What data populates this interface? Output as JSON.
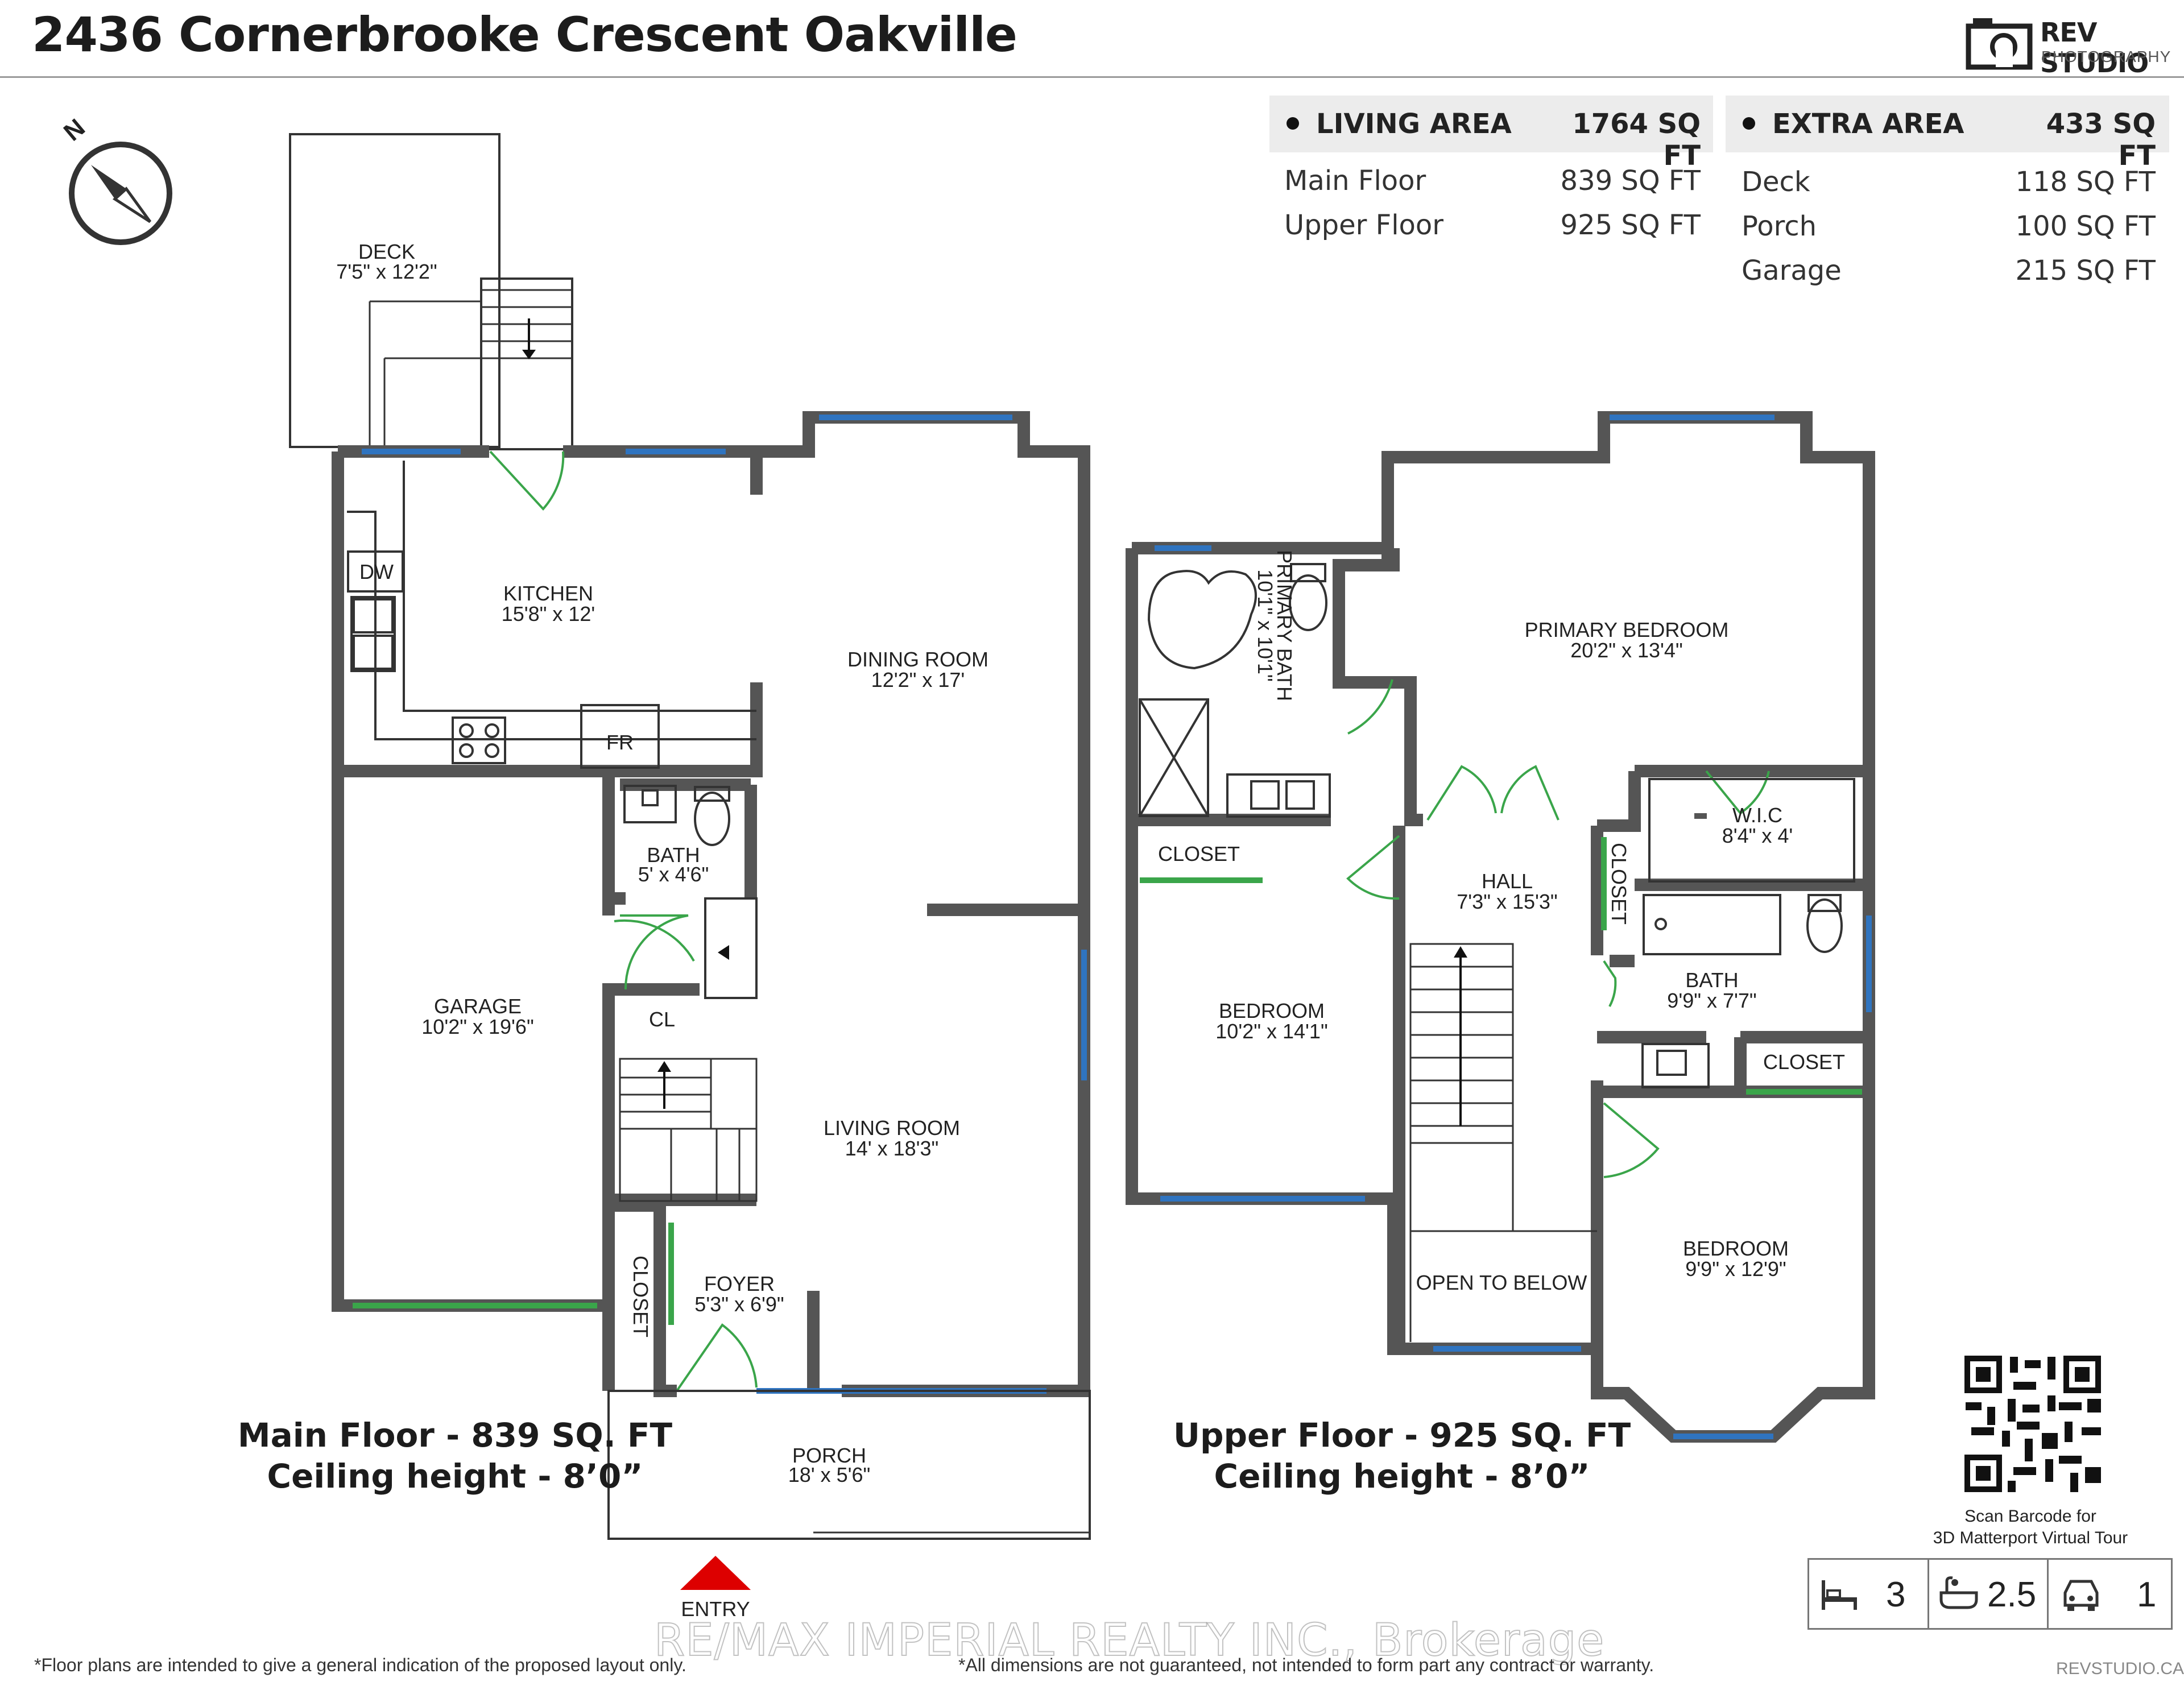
{
  "title": "2436 Cornerbrooke Crescent Oakville",
  "brand": {
    "name": "REV STUDIO",
    "tagline": "PHOTOGRAPHY"
  },
  "compass": {
    "label": "N"
  },
  "living_area": {
    "label": "LIVING AREA",
    "total": "1764 SQ FT",
    "rows": [
      {
        "name": "Main Floor",
        "value": "839 SQ FT"
      },
      {
        "name": "Upper Floor",
        "value": "925 SQ FT"
      }
    ]
  },
  "extra_area": {
    "label": "EXTRA AREA",
    "total": "433 SQ FT",
    "rows": [
      {
        "name": "Deck",
        "value": "118 SQ FT"
      },
      {
        "name": "Porch",
        "value": "100 SQ FT"
      },
      {
        "name": "Garage",
        "value": "215 SQ FT"
      }
    ]
  },
  "main_floor": {
    "caption_line1": "Main Floor - 839 SQ. FT",
    "caption_line2": "Ceiling height - 8’0”",
    "rooms": [
      {
        "name": "DECK",
        "dims": "7'5\" x 12'2\""
      },
      {
        "name": "KITCHEN",
        "dims": "15'8\" x 12'"
      },
      {
        "name": "DINING ROOM",
        "dims": "12'2\" x 17'"
      },
      {
        "name": "BATH",
        "dims": "5' x 4'6\""
      },
      {
        "name": "GARAGE",
        "dims": "10'2\" x 19'6\""
      },
      {
        "name": "LIVING ROOM",
        "dims": "14' x 18'3\""
      },
      {
        "name": "FOYER",
        "dims": "5'3\" x 6'9\""
      },
      {
        "name": "PORCH",
        "dims": "18' x 5'6\""
      }
    ],
    "labels": {
      "dw": "DW",
      "fr": "FR",
      "cl": "CL",
      "closet": "CLOSET",
      "entry": "ENTRY"
    }
  },
  "upper_floor": {
    "caption_line1": "Upper Floor - 925 SQ. FT",
    "caption_line2": "Ceiling height - 8’0”",
    "rooms": [
      {
        "name": "PRIMARY BEDROOM",
        "dims": "20'2\" x 13'4\""
      },
      {
        "name": "PRIMARY BATH",
        "dims": "10'1\" x 10'1\""
      },
      {
        "name": "W.I.C",
        "dims": "8'4\" x 4'"
      },
      {
        "name": "HALL",
        "dims": "7'3\" x 15'3\""
      },
      {
        "name": "BEDROOM",
        "dims": "10'2\" x 14'1\""
      },
      {
        "name": "BATH",
        "dims": "9'9\" x 7'7\""
      },
      {
        "name": "BEDROOM",
        "dims": "9'9\" x 12'9\""
      }
    ],
    "labels": {
      "closet": "CLOSET",
      "open_below": "OPEN TO BELOW"
    }
  },
  "qr_caption_line1": "Scan Barcode for",
  "qr_caption_line2": "3D Matterport Virtual Tour",
  "stats": {
    "bedrooms": "3",
    "bathrooms": "2.5",
    "garage": "1"
  },
  "disclaimer_left": "*Floor plans are intended to give a general indication of the proposed layout only.",
  "disclaimer_right": "*All dimensions are not guaranteed, not intended to form part any contract or warranty.",
  "watermark": "RE/MAX IMPERIAL REALTY INC., Brokerage",
  "site": "REVSTUDIO.CA"
}
